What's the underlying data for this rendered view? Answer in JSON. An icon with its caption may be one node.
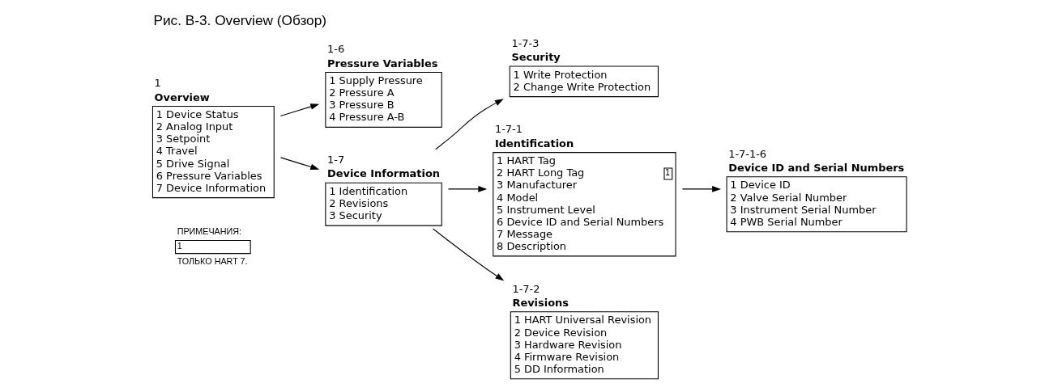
{
  "diagram": {
    "title": "Рис. B-3. Overview (Обзор)",
    "nodes": [
      {
        "text": [
          "Overview",
          "1 Device Status",
          "2 Analog Input",
          "3 Setpoint",
          "4 Travel",
          "5 Drive Signal",
          "6 Pressure Variables",
          "7 Device Information"
        ],
        "beside": [
          "1"
        ]
      },
      {
        "text": [
          "Pressure Variables",
          "1 Supply Pressure",
          "2 Pressure A",
          "3 Pressure B",
          "4 Pressure A-B"
        ],
        "beside": [
          "1-6"
        ]
      },
      {
        "text": [
          "Device Information",
          "1 Identification",
          "2 Revisions",
          "3 Security"
        ],
        "beside": [
          "1-7"
        ]
      },
      {
        "text": [
          "Security",
          "1 Write Protection",
          "2 Change Write Protection"
        ],
        "beside": [
          "1-7-3"
        ]
      },
      {
        "text": [
          "Identification",
          "1 HART Tag",
          "2 HART Long Tag",
          "1",
          "3 Manufacturer",
          "4 Model",
          "5 Instrument Level",
          "6 Device ID and Serial Numbers",
          "7 Message",
          "8 Description"
        ],
        "beside": [
          "1-7-1"
        ]
      },
      {
        "text": [
          "Revisions",
          "1 HART Universal Revision",
          "2 Device Revision",
          "3 Hardware Revision",
          "4 Firmware Revision",
          "5 DD Information"
        ],
        "beside": [
          "1-7-2"
        ]
      },
      {
        "text": [
          "Device ID and Serial Numbers",
          "1 Device ID",
          "2 Valve Serial Number",
          "3 Instrument Serial Number",
          "4 PWB Serial Number"
        ],
        "beside": [
          "1-7-1-6"
        ]
      }
    ],
    "edges": [
      {
        "from": 0,
        "to": 1,
        "arrow": "to"
      },
      {
        "from": 0,
        "to": 2,
        "arrow": "to"
      },
      {
        "from": 2,
        "to": 4,
        "arrow": "to"
      },
      {
        "from": 2,
        "to": 5,
        "arrow": "to"
      },
      {
        "from": 2,
        "to": 3,
        "arrow": "to"
      },
      {
        "from": 4,
        "to": 6,
        "arrow": "to"
      }
    ],
    "labels": [
      "ПРИМЕЧАНИЯ:",
      "1",
      "ТОЛЬКО HART 7."
    ]
  }
}
